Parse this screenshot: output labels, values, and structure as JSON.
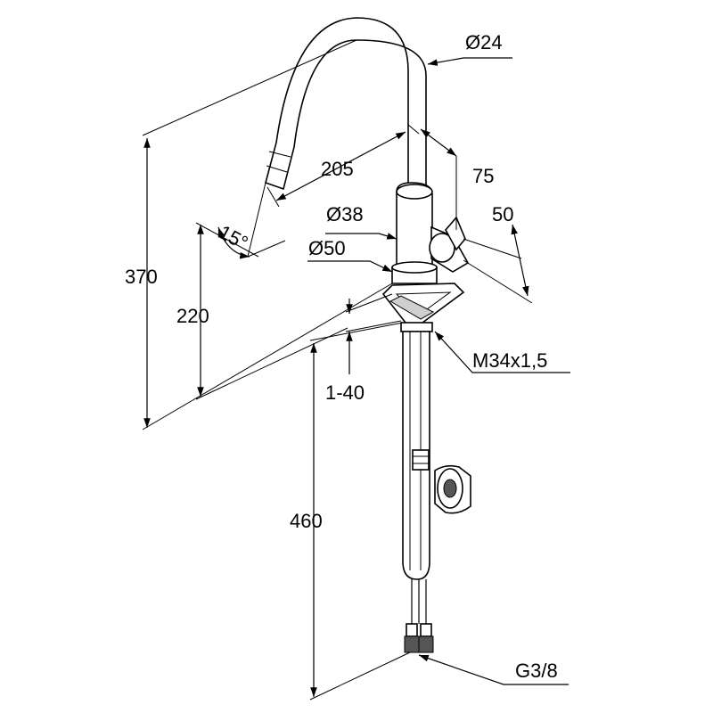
{
  "dimensions": {
    "spout_diameter": "Ø24",
    "reach": "205",
    "handle_offset": "75",
    "handle_depth": "50",
    "body_diameter": "Ø38",
    "base_diameter": "Ø50",
    "spray_angle": "15°",
    "total_height": "370",
    "outlet_height": "220",
    "deck_thickness": "1-40",
    "thread": "M34x1,5",
    "hose_length": "460",
    "connection": "G3/8"
  },
  "colors": {
    "line": "#000000",
    "shade": "#cfcfcf",
    "background": "#ffffff"
  }
}
